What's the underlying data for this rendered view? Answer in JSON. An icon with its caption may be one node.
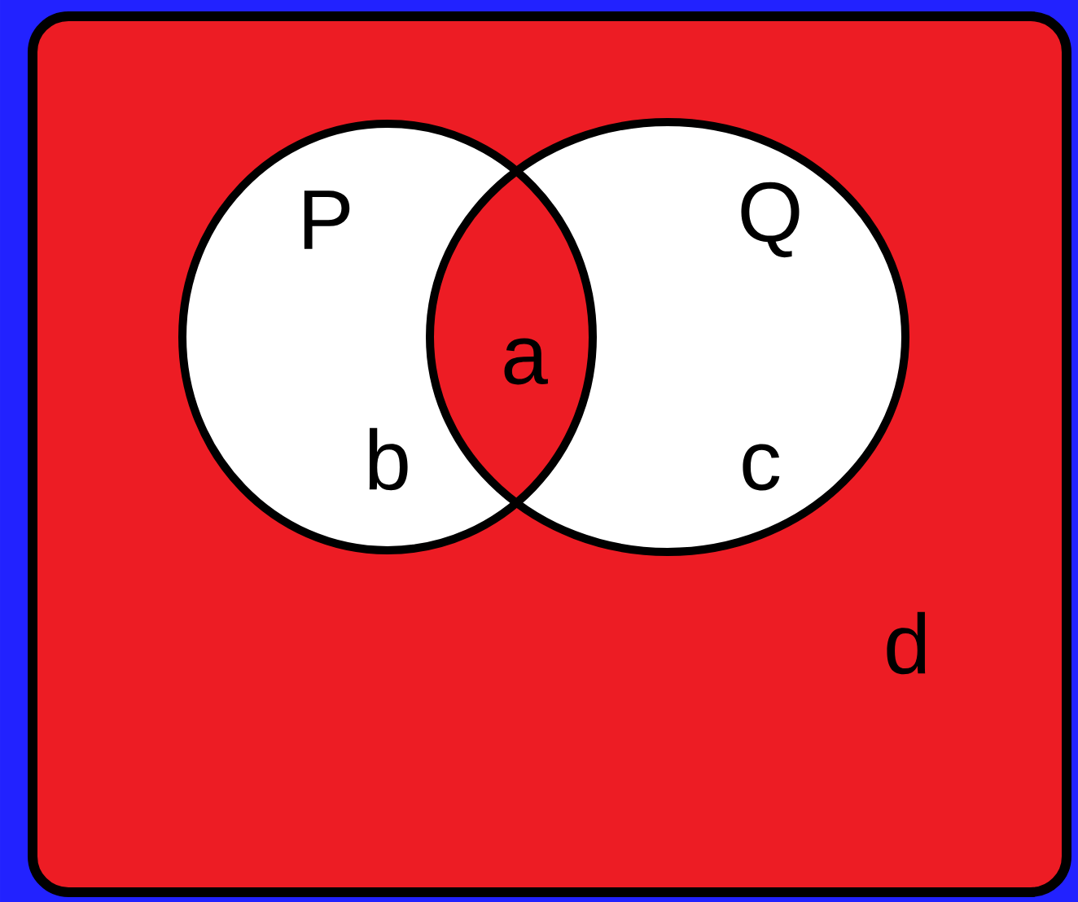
{
  "diagram": {
    "nodes": [
      {
        "text": [
          "d"
        ]
      },
      {
        "text": [
          "P",
          "b"
        ],
        "in": 0
      },
      {
        "text": [
          "Q",
          "c"
        ],
        "in": 0
      }
    ],
    "labels": [
      "a"
    ]
  }
}
